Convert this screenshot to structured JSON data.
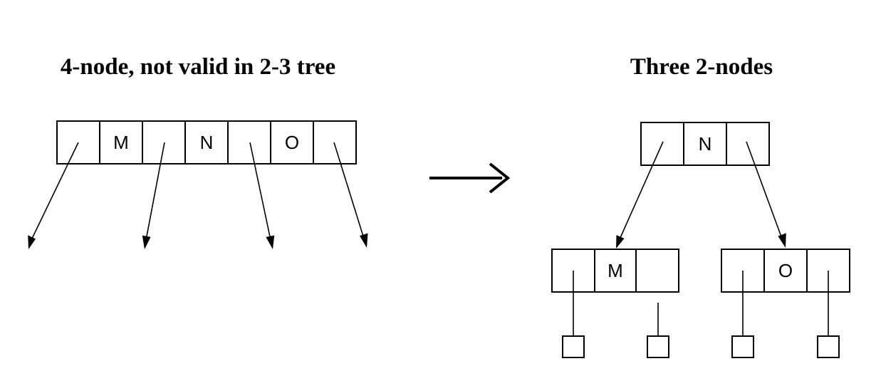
{
  "titles": {
    "left": "4-node, not valid in 2-3 tree",
    "right": "Three 2-nodes"
  },
  "four_node": {
    "keys": [
      "M",
      "N",
      "O"
    ]
  },
  "result": {
    "parent_key": "N",
    "left_child_key": "M",
    "right_child_key": "O"
  },
  "colors": {
    "ink": "#000000",
    "background": "#ffffff"
  }
}
